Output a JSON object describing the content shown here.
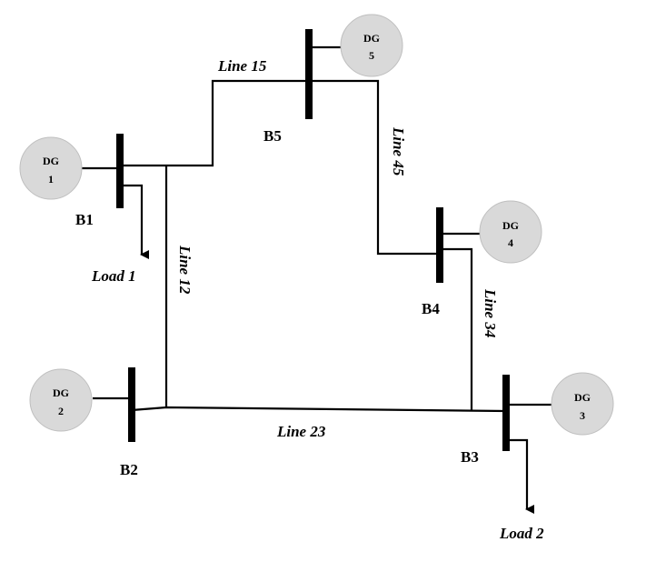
{
  "diagram": {
    "buses": {
      "b1": "B1",
      "b2": "B2",
      "b3": "B3",
      "b4": "B4",
      "b5": "B5"
    },
    "generators": {
      "dg1": {
        "label": "DG",
        "number": "1"
      },
      "dg2": {
        "label": "DG",
        "number": "2"
      },
      "dg3": {
        "label": "DG",
        "number": "3"
      },
      "dg4": {
        "label": "DG",
        "number": "4"
      },
      "dg5": {
        "label": "DG",
        "number": "5"
      }
    },
    "lines": {
      "line12": "Line 12",
      "line15": "Line 15",
      "line23": "Line 23",
      "line34": "Line 34",
      "line45": "Line 45"
    },
    "loads": {
      "load1": "Load 1",
      "load2": "Load 2"
    },
    "colors": {
      "generator_fill": "#d9d9d9",
      "line": "#000000"
    }
  }
}
